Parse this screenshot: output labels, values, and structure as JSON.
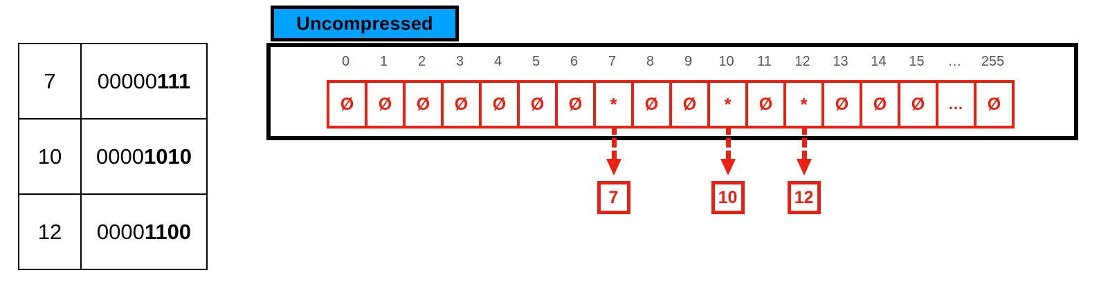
{
  "colors": {
    "accent_red": "#ec2010",
    "badge_blue": "#00a2ff",
    "outline_black": "#000000",
    "index_gray": "#555555"
  },
  "value_table": {
    "rows": [
      {
        "decimal": "7",
        "bits_lead": "00000",
        "bits_tail": "111"
      },
      {
        "decimal": "10",
        "bits_lead": "0000",
        "bits_tail": "1010"
      },
      {
        "decimal": "12",
        "bits_lead": "0000",
        "bits_tail": "1100"
      }
    ]
  },
  "uncompressed": {
    "badge_label": "Uncompressed",
    "index_labels": [
      "0",
      "1",
      "2",
      "3",
      "4",
      "5",
      "6",
      "7",
      "8",
      "9",
      "10",
      "11",
      "12",
      "13",
      "14",
      "15",
      "…",
      "255"
    ],
    "cells": [
      {
        "index": "0",
        "symbol": "Ø",
        "kind": "empty"
      },
      {
        "index": "1",
        "symbol": "Ø",
        "kind": "empty"
      },
      {
        "index": "2",
        "symbol": "Ø",
        "kind": "empty"
      },
      {
        "index": "3",
        "symbol": "Ø",
        "kind": "empty"
      },
      {
        "index": "4",
        "symbol": "Ø",
        "kind": "empty"
      },
      {
        "index": "5",
        "symbol": "Ø",
        "kind": "empty"
      },
      {
        "index": "6",
        "symbol": "Ø",
        "kind": "empty"
      },
      {
        "index": "7",
        "symbol": "*",
        "kind": "set"
      },
      {
        "index": "8",
        "symbol": "Ø",
        "kind": "empty"
      },
      {
        "index": "9",
        "symbol": "Ø",
        "kind": "empty"
      },
      {
        "index": "10",
        "symbol": "*",
        "kind": "set"
      },
      {
        "index": "11",
        "symbol": "Ø",
        "kind": "empty"
      },
      {
        "index": "12",
        "symbol": "*",
        "kind": "set"
      },
      {
        "index": "13",
        "symbol": "Ø",
        "kind": "empty"
      },
      {
        "index": "14",
        "symbol": "Ø",
        "kind": "empty"
      },
      {
        "index": "15",
        "symbol": "Ø",
        "kind": "empty"
      },
      {
        "index": "…",
        "symbol": "…",
        "kind": "ellipsis"
      },
      {
        "index": "255",
        "symbol": "Ø",
        "kind": "empty"
      }
    ]
  },
  "result_boxes": [
    {
      "label": "7",
      "source_index": "7"
    },
    {
      "label": "10",
      "source_index": "10"
    },
    {
      "label": "12",
      "source_index": "12"
    }
  ]
}
